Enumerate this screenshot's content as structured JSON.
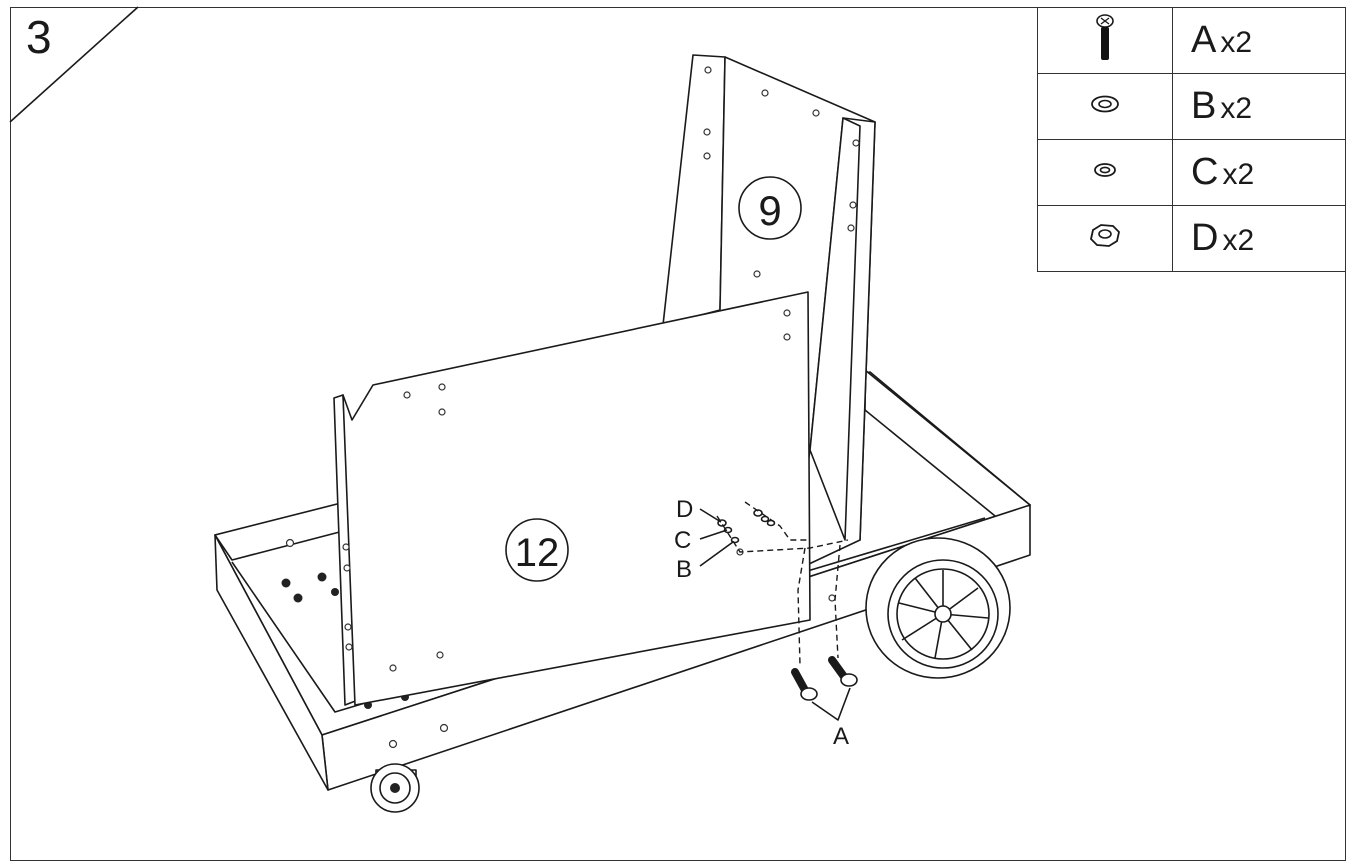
{
  "step": {
    "number": "3"
  },
  "panels": {
    "rear_panel_label": "9",
    "front_panel_label": "12"
  },
  "callouts": {
    "d": "D",
    "c": "C",
    "b": "B",
    "a": "A"
  },
  "parts": [
    {
      "letter": "A",
      "qty": "x2",
      "icon": "bolt-icon"
    },
    {
      "letter": "B",
      "qty": "x2",
      "icon": "large-washer-icon"
    },
    {
      "letter": "C",
      "qty": "x2",
      "icon": "small-washer-icon"
    },
    {
      "letter": "D",
      "qty": "x2",
      "icon": "hex-nut-icon"
    }
  ]
}
